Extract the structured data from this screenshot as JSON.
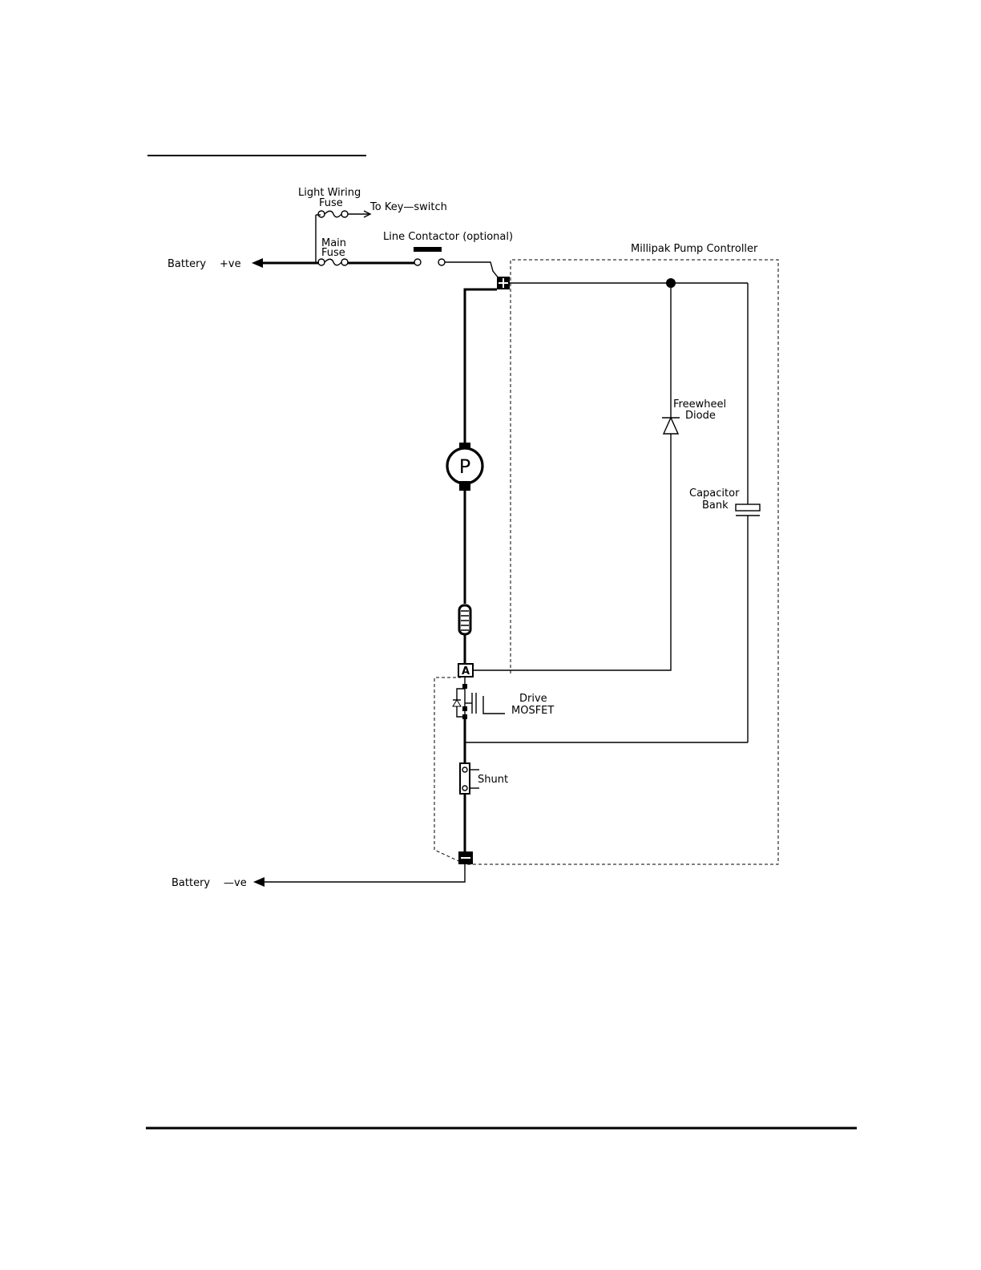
{
  "labels": {
    "light_wiring": "Light Wiring",
    "fuse": "Fuse",
    "to_key_switch": "To Key—switch",
    "main": "Main",
    "main_fuse": "Fuse",
    "line_contactor": "Line Contactor (optional)",
    "controller": "Millipak Pump Controller",
    "battery_pos": "Battery",
    "pos_ve": "+ve",
    "battery_neg": "Battery",
    "neg_ve": "—ve",
    "freewheel": "Freewheel",
    "diode": "Diode",
    "capacitor": "Capacitor",
    "bank": "Bank",
    "drive": "Drive",
    "mosfet": "MOSFET",
    "shunt": "Shunt",
    "pump": "P",
    "term_plus": "+",
    "term_a": "A",
    "term_minus": "—"
  }
}
